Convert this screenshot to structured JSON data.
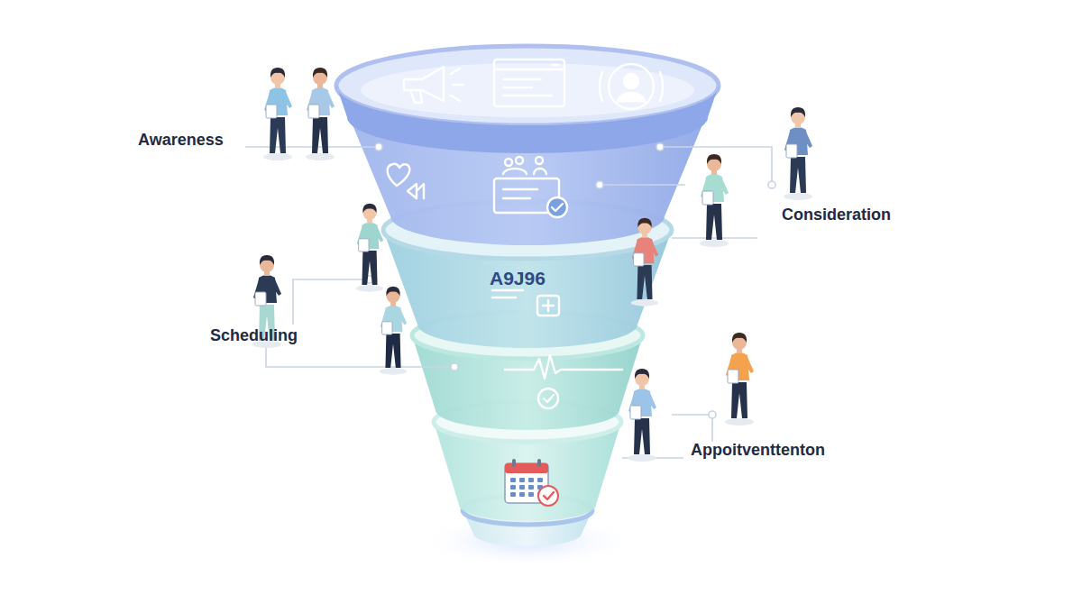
{
  "diagram": {
    "labels": [
      "Awareness",
      "Consideration",
      "Scheduling",
      "Appoitventtenton",
      "A9J96"
    ]
  }
}
